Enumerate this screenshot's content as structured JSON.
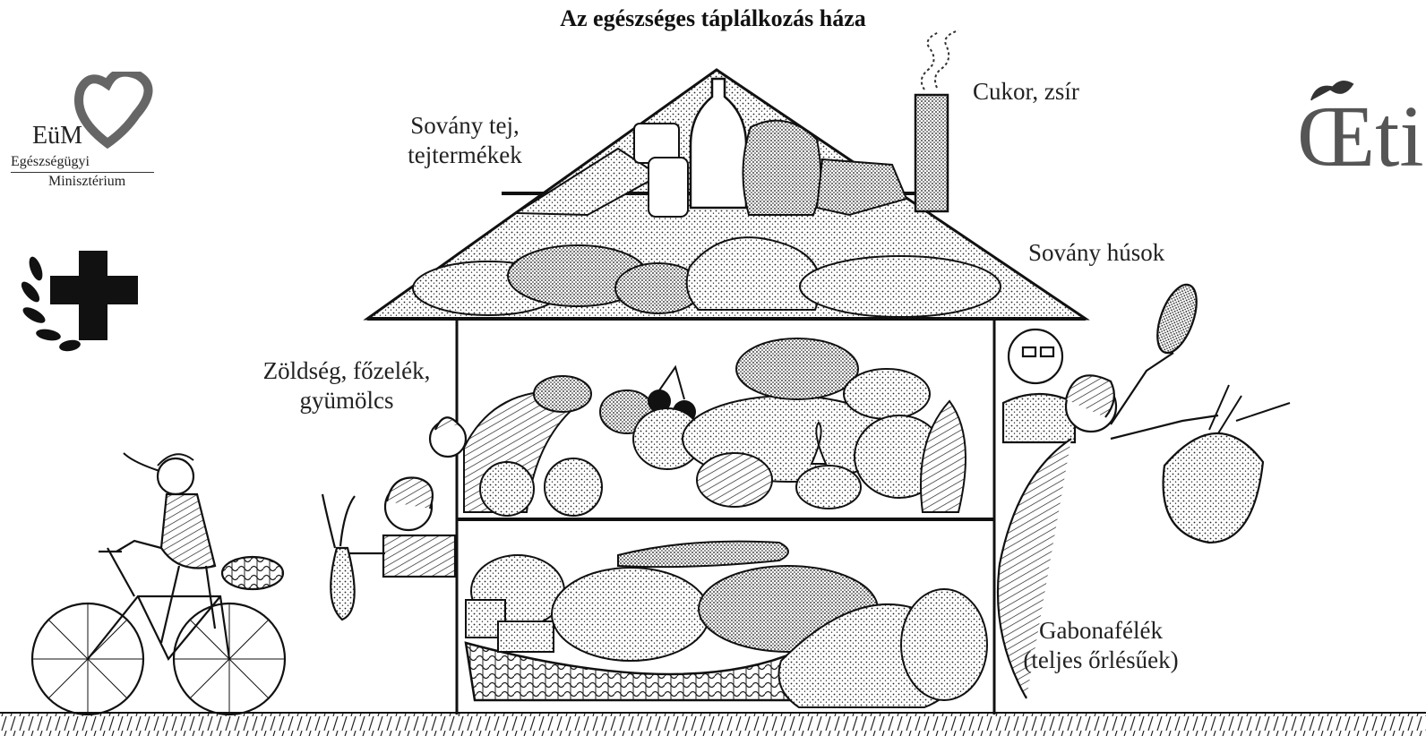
{
  "title": "Az egészséges táplálkozás háza",
  "levels": {
    "sugar_fat": "Cukor, zsír",
    "dairy_line1": "Sovány tej,",
    "dairy_line2": "tejtermékek",
    "meat": "Sovány húsok",
    "veg_line1": "Zöldség, főzelék,",
    "veg_line2": "gyümölcs",
    "grain_line1": "Gabonafélék",
    "grain_line2": "(teljes őrlésűek)"
  },
  "logos": {
    "eum_short": "EüM",
    "eum_line1": "Egészségügyi",
    "eum_line2": "Minisztérium",
    "oeti_text": "Œti"
  },
  "colors": {
    "ink": "#111111",
    "logo_gray": "#666666",
    "logo_dark": "#333333"
  }
}
